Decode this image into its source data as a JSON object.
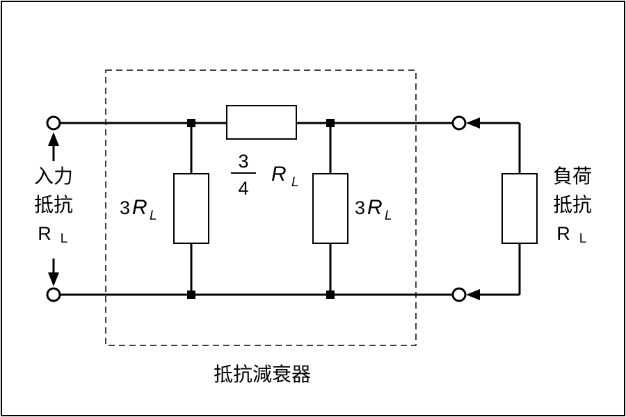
{
  "input": {
    "line1": "入力",
    "line2": "抵抗",
    "r": "R",
    "sub": "L"
  },
  "load": {
    "line1": "負荷",
    "line2": "抵抗",
    "r": "R",
    "sub": "L"
  },
  "left_shunt": {
    "coef": "3",
    "r": "R",
    "sub": "L"
  },
  "right_shunt": {
    "coef": "3",
    "r": "R",
    "sub": "L"
  },
  "series": {
    "numerator": "3",
    "denominator": "4",
    "r": "R",
    "sub": "L"
  },
  "caption": "抵抗減衰器"
}
